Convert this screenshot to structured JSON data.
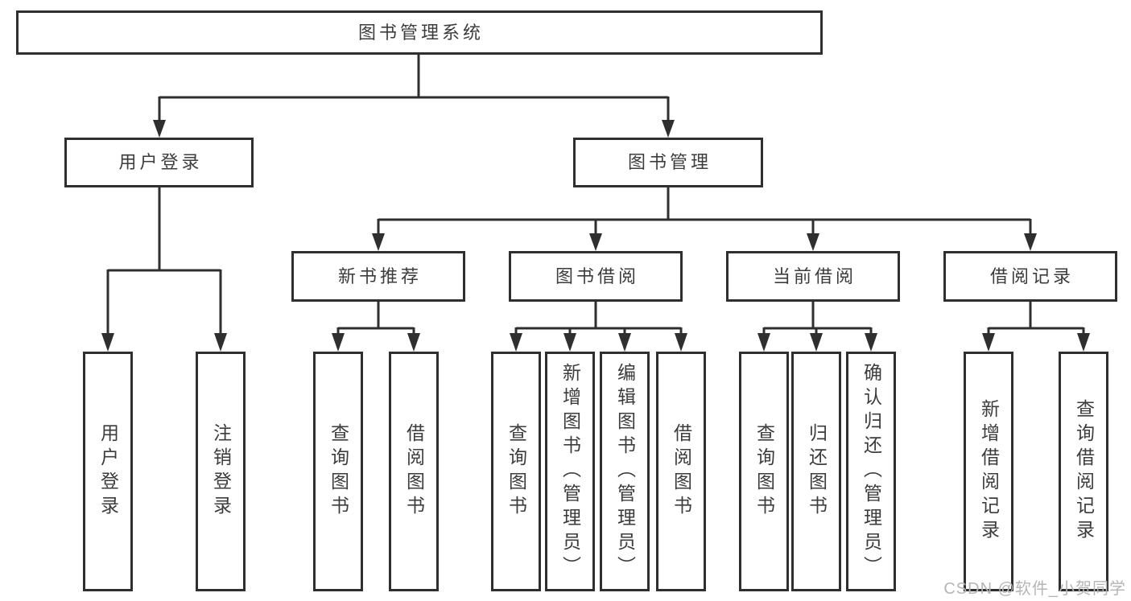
{
  "diagram": {
    "tree": {
      "label": "图书管理系统",
      "children": [
        {
          "label": "用户登录",
          "children": [
            {
              "label": "用户登录"
            },
            {
              "label": "注销登录"
            }
          ]
        },
        {
          "label": "图书管理",
          "children": [
            {
              "label": "新书推荐",
              "children": [
                {
                  "label": "查询图书"
                },
                {
                  "label": "借阅图书"
                }
              ]
            },
            {
              "label": "图书借阅",
              "children": [
                {
                  "label": "查询图书"
                },
                {
                  "label": "新增图书（管理员）"
                },
                {
                  "label": "编辑图书（管理员）"
                },
                {
                  "label": "借阅图书"
                }
              ]
            },
            {
              "label": "当前借阅",
              "children": [
                {
                  "label": "查询图书"
                },
                {
                  "label": "归还图书"
                },
                {
                  "label": "确认归还（管理员）"
                }
              ]
            },
            {
              "label": "借阅记录",
              "children": [
                {
                  "label": "新增借阅记录"
                },
                {
                  "label": "查询借阅记录"
                }
              ]
            }
          ]
        }
      ]
    },
    "watermark": "CSDN @软件_小贺同学",
    "colors": {
      "line": "#2f2f2f",
      "box_border": "#2f2f2f",
      "box_fill": "#ffffff",
      "text": "#3c3c3c",
      "watermark": "#b5b5b5",
      "background": "#ffffff"
    }
  }
}
